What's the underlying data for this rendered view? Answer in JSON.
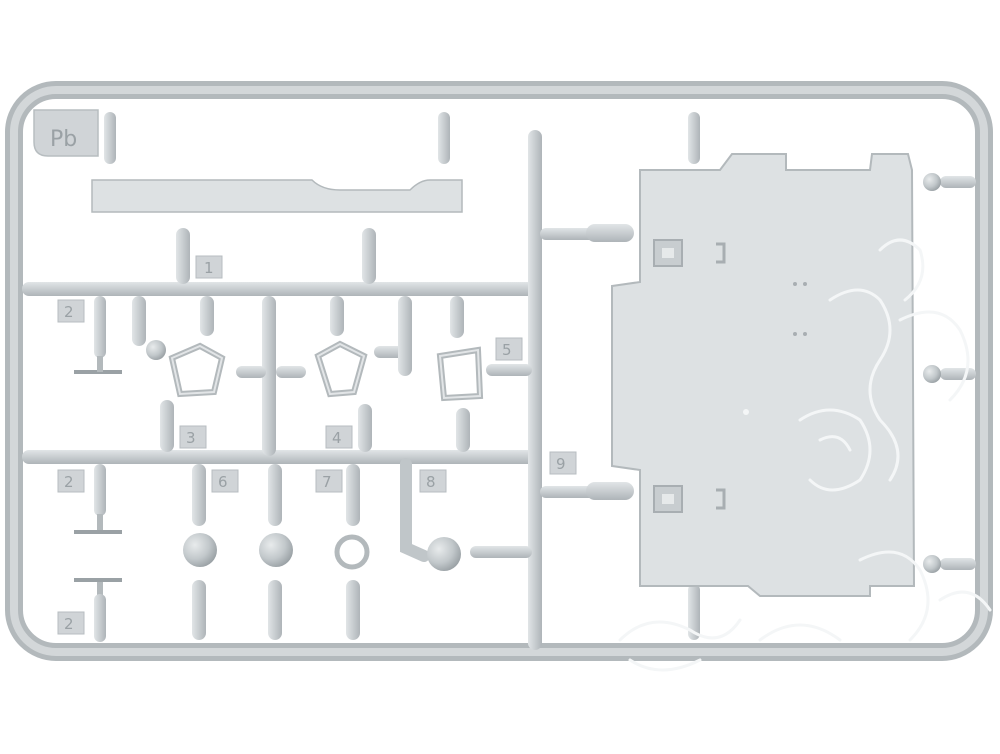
{
  "sprue": {
    "frame_code": "Pb",
    "part_numbers": {
      "p1": "1",
      "p2a": "2",
      "p2b": "2",
      "p2c": "2",
      "p3": "3",
      "p4": "4",
      "p5": "5",
      "p6": "6",
      "p7": "7",
      "p8": "8",
      "p9": "9"
    },
    "colors": {
      "plastic": "#c9ced1",
      "plastic_light": "#dde1e3",
      "plastic_dark": "#a8aeb2",
      "decal_line": "#f4f6f7"
    }
  }
}
